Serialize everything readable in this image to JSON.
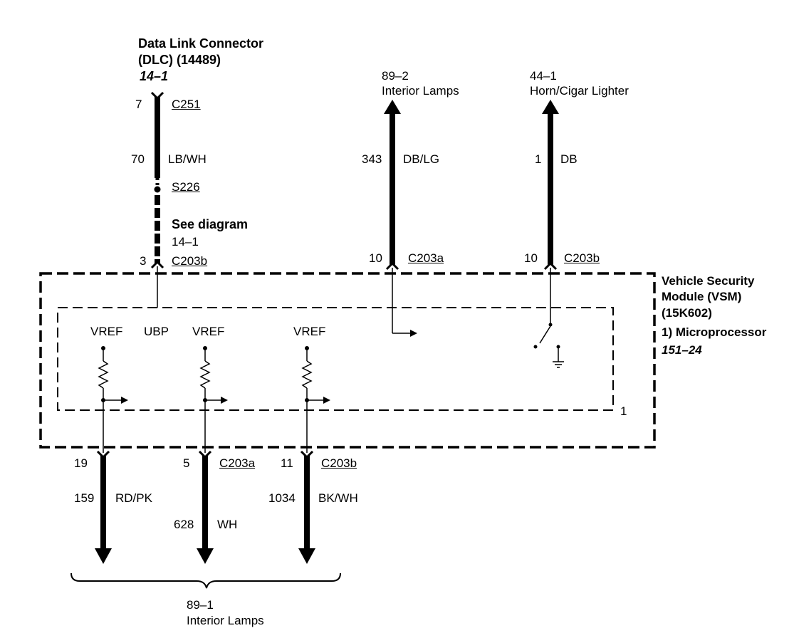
{
  "dlc": {
    "title_line1": "Data Link Connector",
    "title_line2": "(DLC) (14489)",
    "page_ref": "14–1",
    "pin": "7",
    "connector": "C251",
    "circuit": "70",
    "wire_color": "LB/WH",
    "splice": "S226",
    "note": "See diagram",
    "note_ref": "14–1",
    "module_pin": "3",
    "module_connector": "C203b"
  },
  "interior_lamps_top": {
    "page_ref": "89–2",
    "label": "Interior Lamps",
    "circuit": "343",
    "wire_color": "DB/LG",
    "pin": "10",
    "connector": "C203a"
  },
  "horn": {
    "page_ref": "44–1",
    "label": "Horn/Cigar Lighter",
    "circuit": "1",
    "wire_color": "DB",
    "pin": "10",
    "connector": "C203b"
  },
  "vsm": {
    "line1": "Vehicle Security",
    "line2": "Module (VSM)",
    "line3": "(15K602)",
    "line4": "1) Microprocessor",
    "page_ref": "151–24",
    "inner_ref": "1"
  },
  "internal_labels": {
    "vref_1": "VREF",
    "ubp": "UBP",
    "vref_2": "VREF",
    "vref_3": "VREF"
  },
  "bottom_wires": [
    {
      "pin": "19",
      "circuit": "159",
      "wire_color": "RD/PK",
      "connector": ""
    },
    {
      "pin": "5",
      "circuit": "628",
      "wire_color": "WH",
      "connector": "C203a"
    },
    {
      "pin": "11",
      "circuit": "1034",
      "wire_color": "BK/WH",
      "connector": "C203b"
    }
  ],
  "interior_lamps_bottom": {
    "page_ref": "89–1",
    "label": "Interior Lamps"
  }
}
